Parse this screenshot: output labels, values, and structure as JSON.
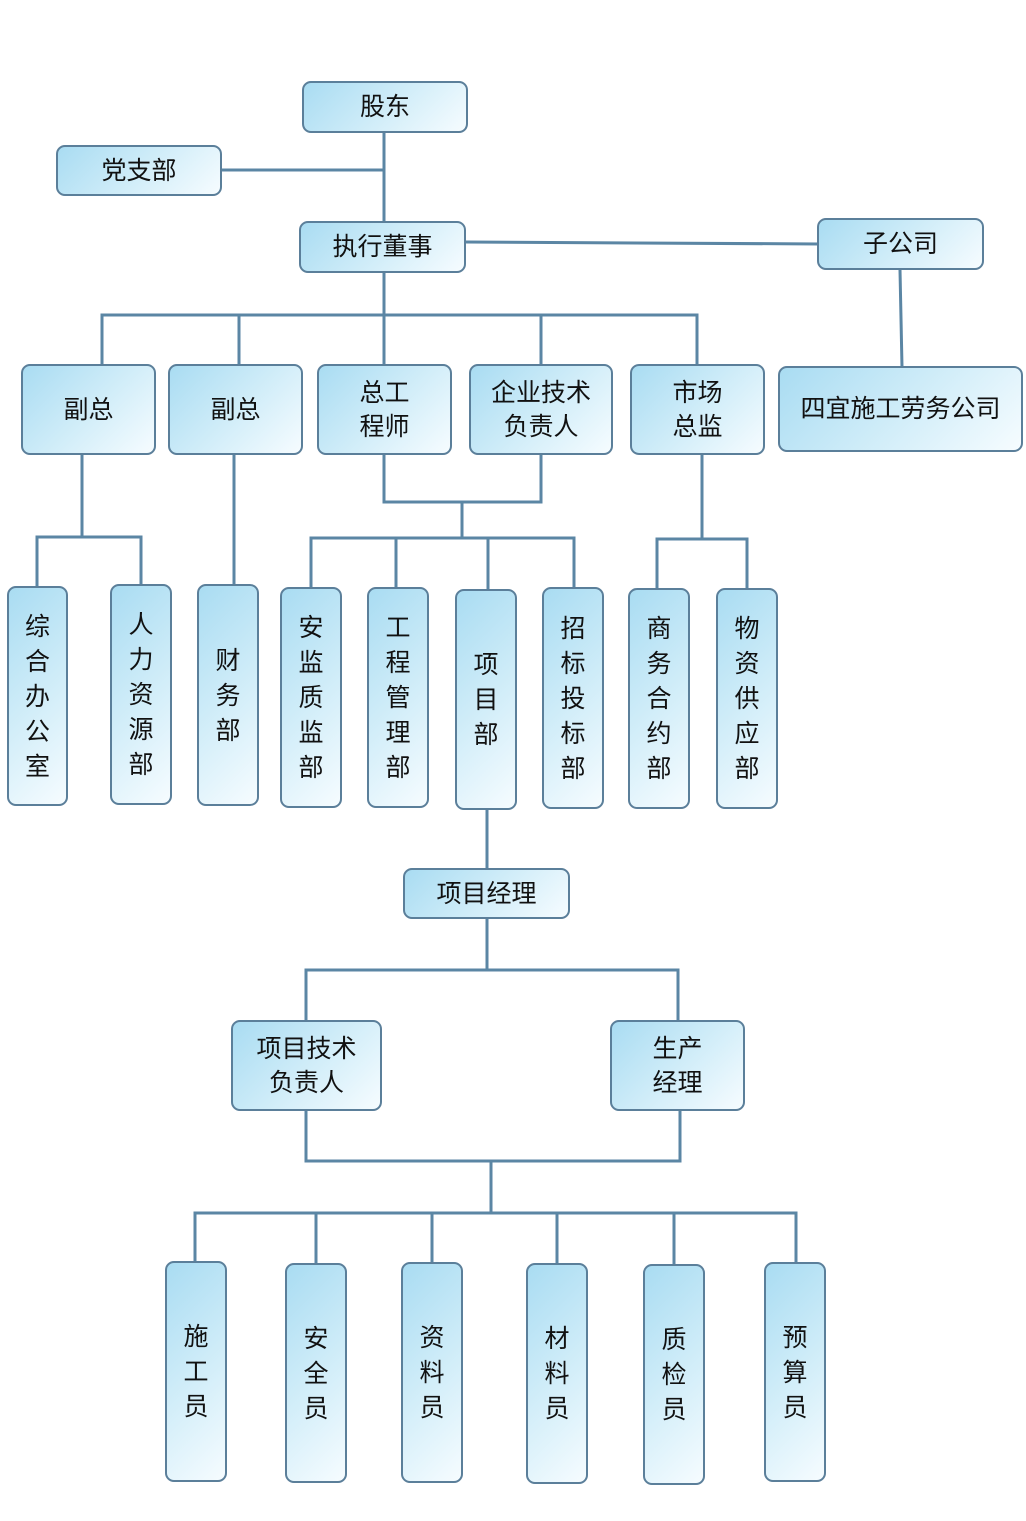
{
  "nodes": {
    "shareholders": "股东",
    "party_branch": "党支部",
    "exec_director": "执行董事",
    "subsidiary": "子公司",
    "vp1": "副总",
    "vp2": "副总",
    "chief_engineer": "总工\n程师",
    "tech_lead": "企业技术\n负责人",
    "market_director": "市场\n总监",
    "siyi_labor": "四宜施工劳务公司",
    "general_office": "综合办公室",
    "hr_dept": "人力资源部",
    "finance_dept": "财务部",
    "safety_quality_dept": "安监质监部",
    "engineering_dept": "工程管理部",
    "project_dept": "项目部",
    "bidding_dept": "招标投标部",
    "contract_dept": "商务合约部",
    "supply_dept": "物资供应部",
    "project_manager": "项目经理",
    "project_tech_lead": "项目技术\n负责人",
    "production_manager": "生产\n经理",
    "constructor": "施工员",
    "safety_officer": "安全员",
    "document_clerk": "资料员",
    "material_clerk": "材料员",
    "quality_inspector": "质检员",
    "estimator": "预算员"
  }
}
